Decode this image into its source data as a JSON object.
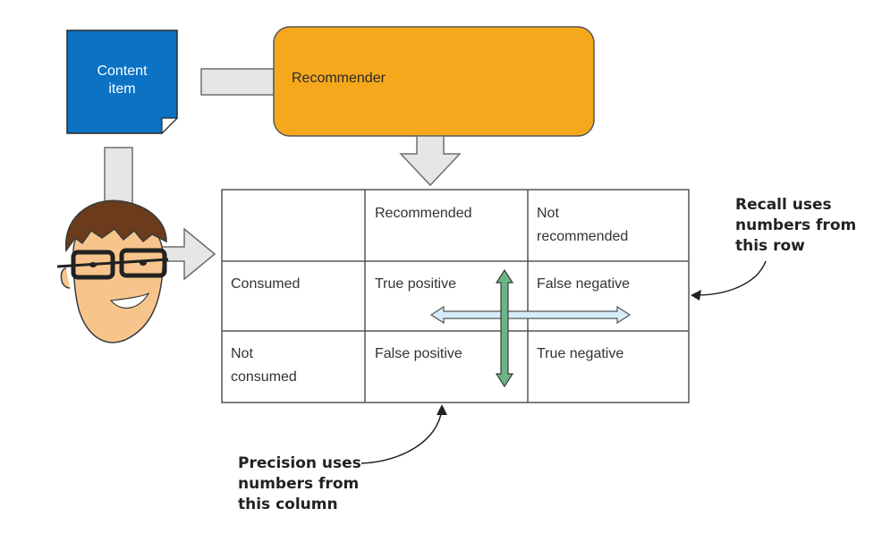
{
  "content_item": {
    "label": "Content\nitem",
    "color": "#0b72c4"
  },
  "recommender": {
    "label": "Recommender",
    "color": "#f6a81c"
  },
  "matrix": {
    "col_headers": [
      "Recommended",
      "Not\nrecommended"
    ],
    "rows": [
      {
        "label": "Consumed",
        "cells": [
          "True positive",
          "False negative"
        ]
      },
      {
        "label": "Not\nconsumed",
        "cells": [
          "False positive",
          "True negative"
        ]
      }
    ]
  },
  "annotations": {
    "recall": "Recall uses\nnumbers from\nthis row",
    "precision": "Precision uses\nnumbers from\nthis column"
  },
  "colors": {
    "connector_fill": "#e6e6e6",
    "connector_stroke": "#6e6e6e",
    "row_arrow": "#d6ecf8",
    "column_arrow": "#6bb584",
    "grid_line": "#555555"
  },
  "icons": {
    "user": "user-avatar-icon"
  }
}
